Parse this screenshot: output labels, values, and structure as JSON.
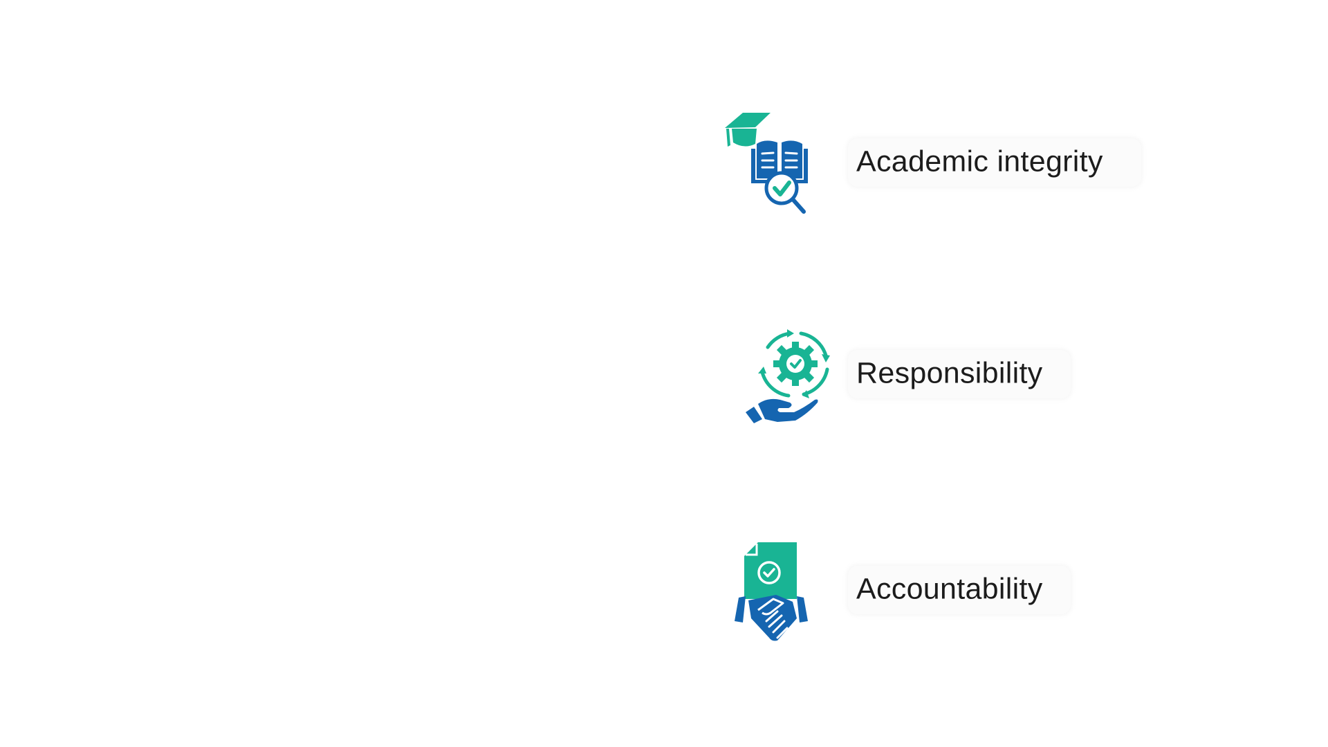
{
  "colors": {
    "teal": "#19b494",
    "blue": "#1565b0",
    "text": "#1c1c1c",
    "background": "#ffffff",
    "label_box": "#fbfbfb"
  },
  "items": [
    {
      "label": "Academic integrity",
      "icon": "book-graduation-cap-magnifier-check-icon"
    },
    {
      "label": "Responsibility",
      "icon": "hand-holding-gear-check-icon"
    },
    {
      "label": "Accountability",
      "icon": "handshake-document-check-icon"
    }
  ]
}
